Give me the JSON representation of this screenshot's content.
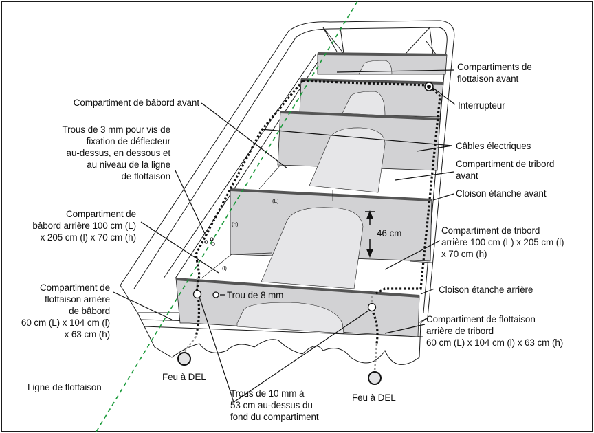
{
  "diagram": {
    "title": "Compartiments de flottaison et étanches d'une embarcation",
    "colors": {
      "waterline": "#1a9a3a",
      "panel": "#d2d2d4",
      "panel_light": "#e6e6e8",
      "bulkhead_top": "#555555",
      "cable": "#111111",
      "cable_grey": "#9a9a9a",
      "outline": "#1a1a1a"
    },
    "labels": {
      "port_forward": "Compartiment de bâbord avant",
      "holes_3mm": [
        "Trous de 3 mm pour vis de",
        "fixation de déflecteur",
        "au-dessus, en dessous et",
        "au niveau de la ligne",
        "de flottaison"
      ],
      "port_aft": [
        "Compartiment de",
        "bâbord arrière 100 cm (L)",
        "x 205 cm (l) x 70 cm (h)"
      ],
      "port_aft_flotation": [
        "Compartiment de",
        "flottaison arrière",
        "de bâbord",
        "60 cm (L) x 104 cm (l)",
        "x 63 cm (h)"
      ],
      "waterline": "Ligne de flottaison",
      "led_light_port": "Feu à DEL",
      "led_light_starboard": "Feu à DEL",
      "holes_10mm": [
        "Trous de 10 mm à",
        "53 cm au-dessus du",
        "fond du compartiment"
      ],
      "hole_8mm": "Trou de 8 mm",
      "forward_flotation": [
        "Compartiments de",
        "flottaison avant"
      ],
      "switch": "Interrupteur",
      "electrical_cables": "Câbles électriques",
      "starboard_forward": [
        "Compartiment de tribord",
        "avant"
      ],
      "forward_bulkhead": "Cloison étanche avant",
      "starboard_aft": [
        "Compartiment de tribord",
        "arrière 100 cm (L) x 205 cm (l)",
        "x 70 cm (h)"
      ],
      "aft_bulkhead": "Cloison étanche arrière",
      "starboard_aft_flotation": [
        "Compartiment de flottaison",
        "arrière de tribord",
        "60 cm (L) x 104 cm (l) x 63 cm (h)"
      ],
      "height_dimension": "46 cm",
      "dim_L": "(L)",
      "dim_h": "(h)",
      "dim_l": "(l)"
    }
  }
}
